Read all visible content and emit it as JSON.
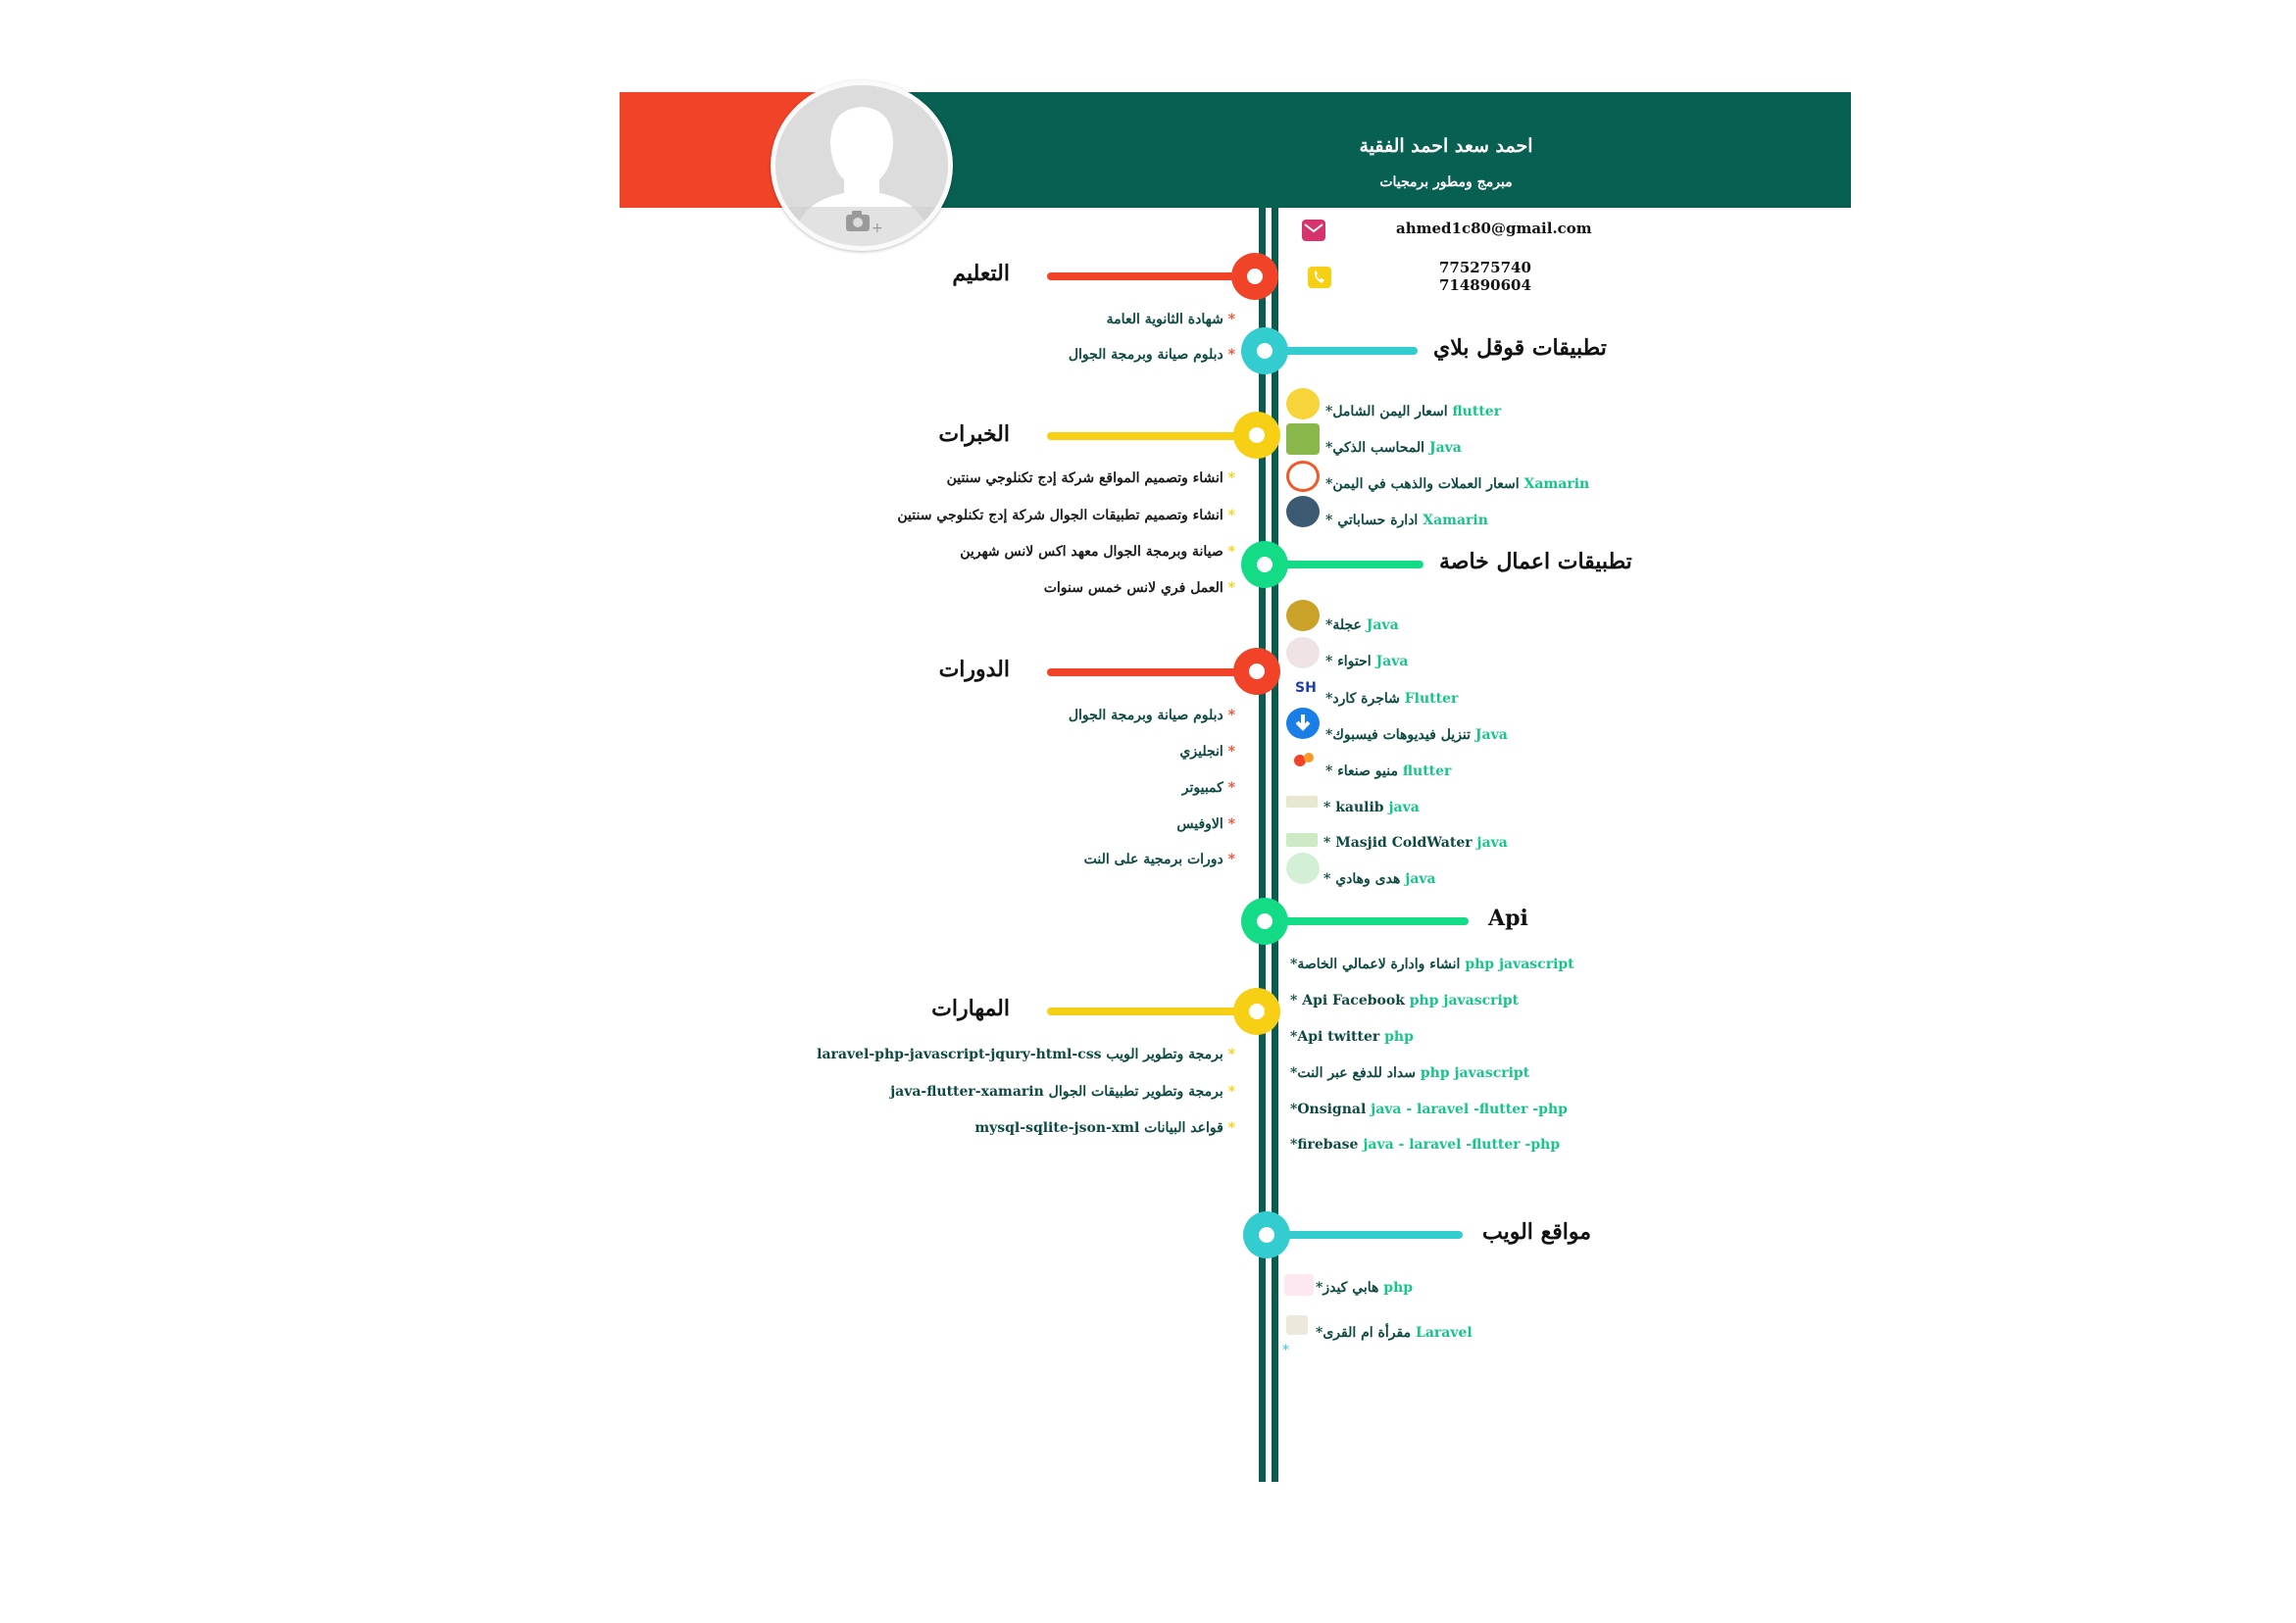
{
  "header": {
    "name": "احمد سعد احمد الفقية",
    "role": "مبرمج ومطور برمجيات"
  },
  "contact": {
    "email": "ahmed1c80@gmail.com",
    "phone1": "775275740",
    "phone2": "714890604"
  },
  "colors": {
    "red": "#f04328",
    "green": "#076052",
    "yellow": "#f7cf14",
    "teal": "#33cccf",
    "mint": "#13db86"
  },
  "sections": {
    "education": {
      "title": "التعليم",
      "items": [
        "شهادة الثانوية العامة",
        "دبلوم صيانة وبرمجة الجوال"
      ]
    },
    "experience": {
      "title": "الخبرات",
      "items": [
        "انشاء وتصميم المواقع شركة إدج تكنلوجي سنتين",
        "انشاء وتصميم تطبيقات الجوال شركة إدج تكنلوجي سنتين",
        "صيانة وبرمجة الجوال معهد اكس لانس شهرين",
        "العمل فري لانس خمس سنوات"
      ]
    },
    "courses": {
      "title": "الدورات",
      "items": [
        "دبلوم صيانة وبرمجة الجوال",
        "انجليزي",
        "كمبيوتر",
        "الاوفيس",
        "دورات برمجية على النت"
      ]
    },
    "skills": {
      "title": "المهارات",
      "items": [
        "برمجة وتطوير الويب laravel-php-javascript-jqury-html-css",
        "برمجة وتطوير تطبيقات الجوال java-flutter-xamarin",
        "قواعد البيانات mysql-sqlite-json-xml"
      ]
    },
    "google_play": {
      "title": "تطبيقات قوقل بلاي",
      "items": [
        {
          "name": "اسعار اليمن الشامل",
          "tech": "flutter",
          "icon": "yemen-prices-app-icon"
        },
        {
          "name": "المحاسب الذكي",
          "tech": "Java",
          "icon": "smart-accountant-app-icon"
        },
        {
          "name": "اسعار العملات والذهب في اليمن",
          "tech": "Xamarin",
          "icon": "currency-gold-app-icon"
        },
        {
          "name": "ادارة حساباتي",
          "tech": "Xamarin",
          "icon": "my-accounts-app-icon"
        }
      ]
    },
    "private_apps": {
      "title": "تطبيقات اعمال خاصة",
      "items": [
        {
          "name": "عجلة",
          "tech": "Java",
          "icon": "ajala-app-icon"
        },
        {
          "name": "احتواء",
          "tech": "Java",
          "icon": "ehtewa-app-icon"
        },
        {
          "name": "شاجرة كارد",
          "tech": "Flutter",
          "icon": "shajara-card-app-icon"
        },
        {
          "name": "تنزيل فيديوهات فيسبوك",
          "tech": "Java",
          "icon": "download-icon"
        },
        {
          "name": "منيو صنعاء",
          "tech": "flutter",
          "icon": "sanaa-menu-app-icon"
        },
        {
          "name": "kaulib",
          "tech": "java",
          "icon": "kaulib-app-icon"
        },
        {
          "name": "Masjid ColdWater",
          "tech": "java",
          "icon": "masjid-app-icon"
        },
        {
          "name": "هدى وهادي",
          "tech": "java",
          "icon": "huda-hadi-app-icon"
        }
      ]
    },
    "api": {
      "title": "Api",
      "items": [
        {
          "name": "انشاء وادارة لاعمالي الخاصة",
          "tech": "php javascript"
        },
        {
          "name": "Api Facebook",
          "tech": "php javascript"
        },
        {
          "name": "Api twitter",
          "tech": "php"
        },
        {
          "name": "سداد للدفع عبر النت",
          "tech": "php javascript"
        },
        {
          "name": "Onsignal",
          "tech": "java - laravel -flutter -php"
        },
        {
          "name": "firebase",
          "tech": "java - laravel -flutter -php"
        }
      ]
    },
    "websites": {
      "title": "مواقع الويب",
      "items": [
        {
          "name": "هابي كيدز",
          "tech": "php",
          "icon": "happy-kids-site-icon"
        },
        {
          "name": "مقرأة ام القرى",
          "tech": "Laravel",
          "icon": "maqraa-site-icon"
        }
      ]
    }
  }
}
